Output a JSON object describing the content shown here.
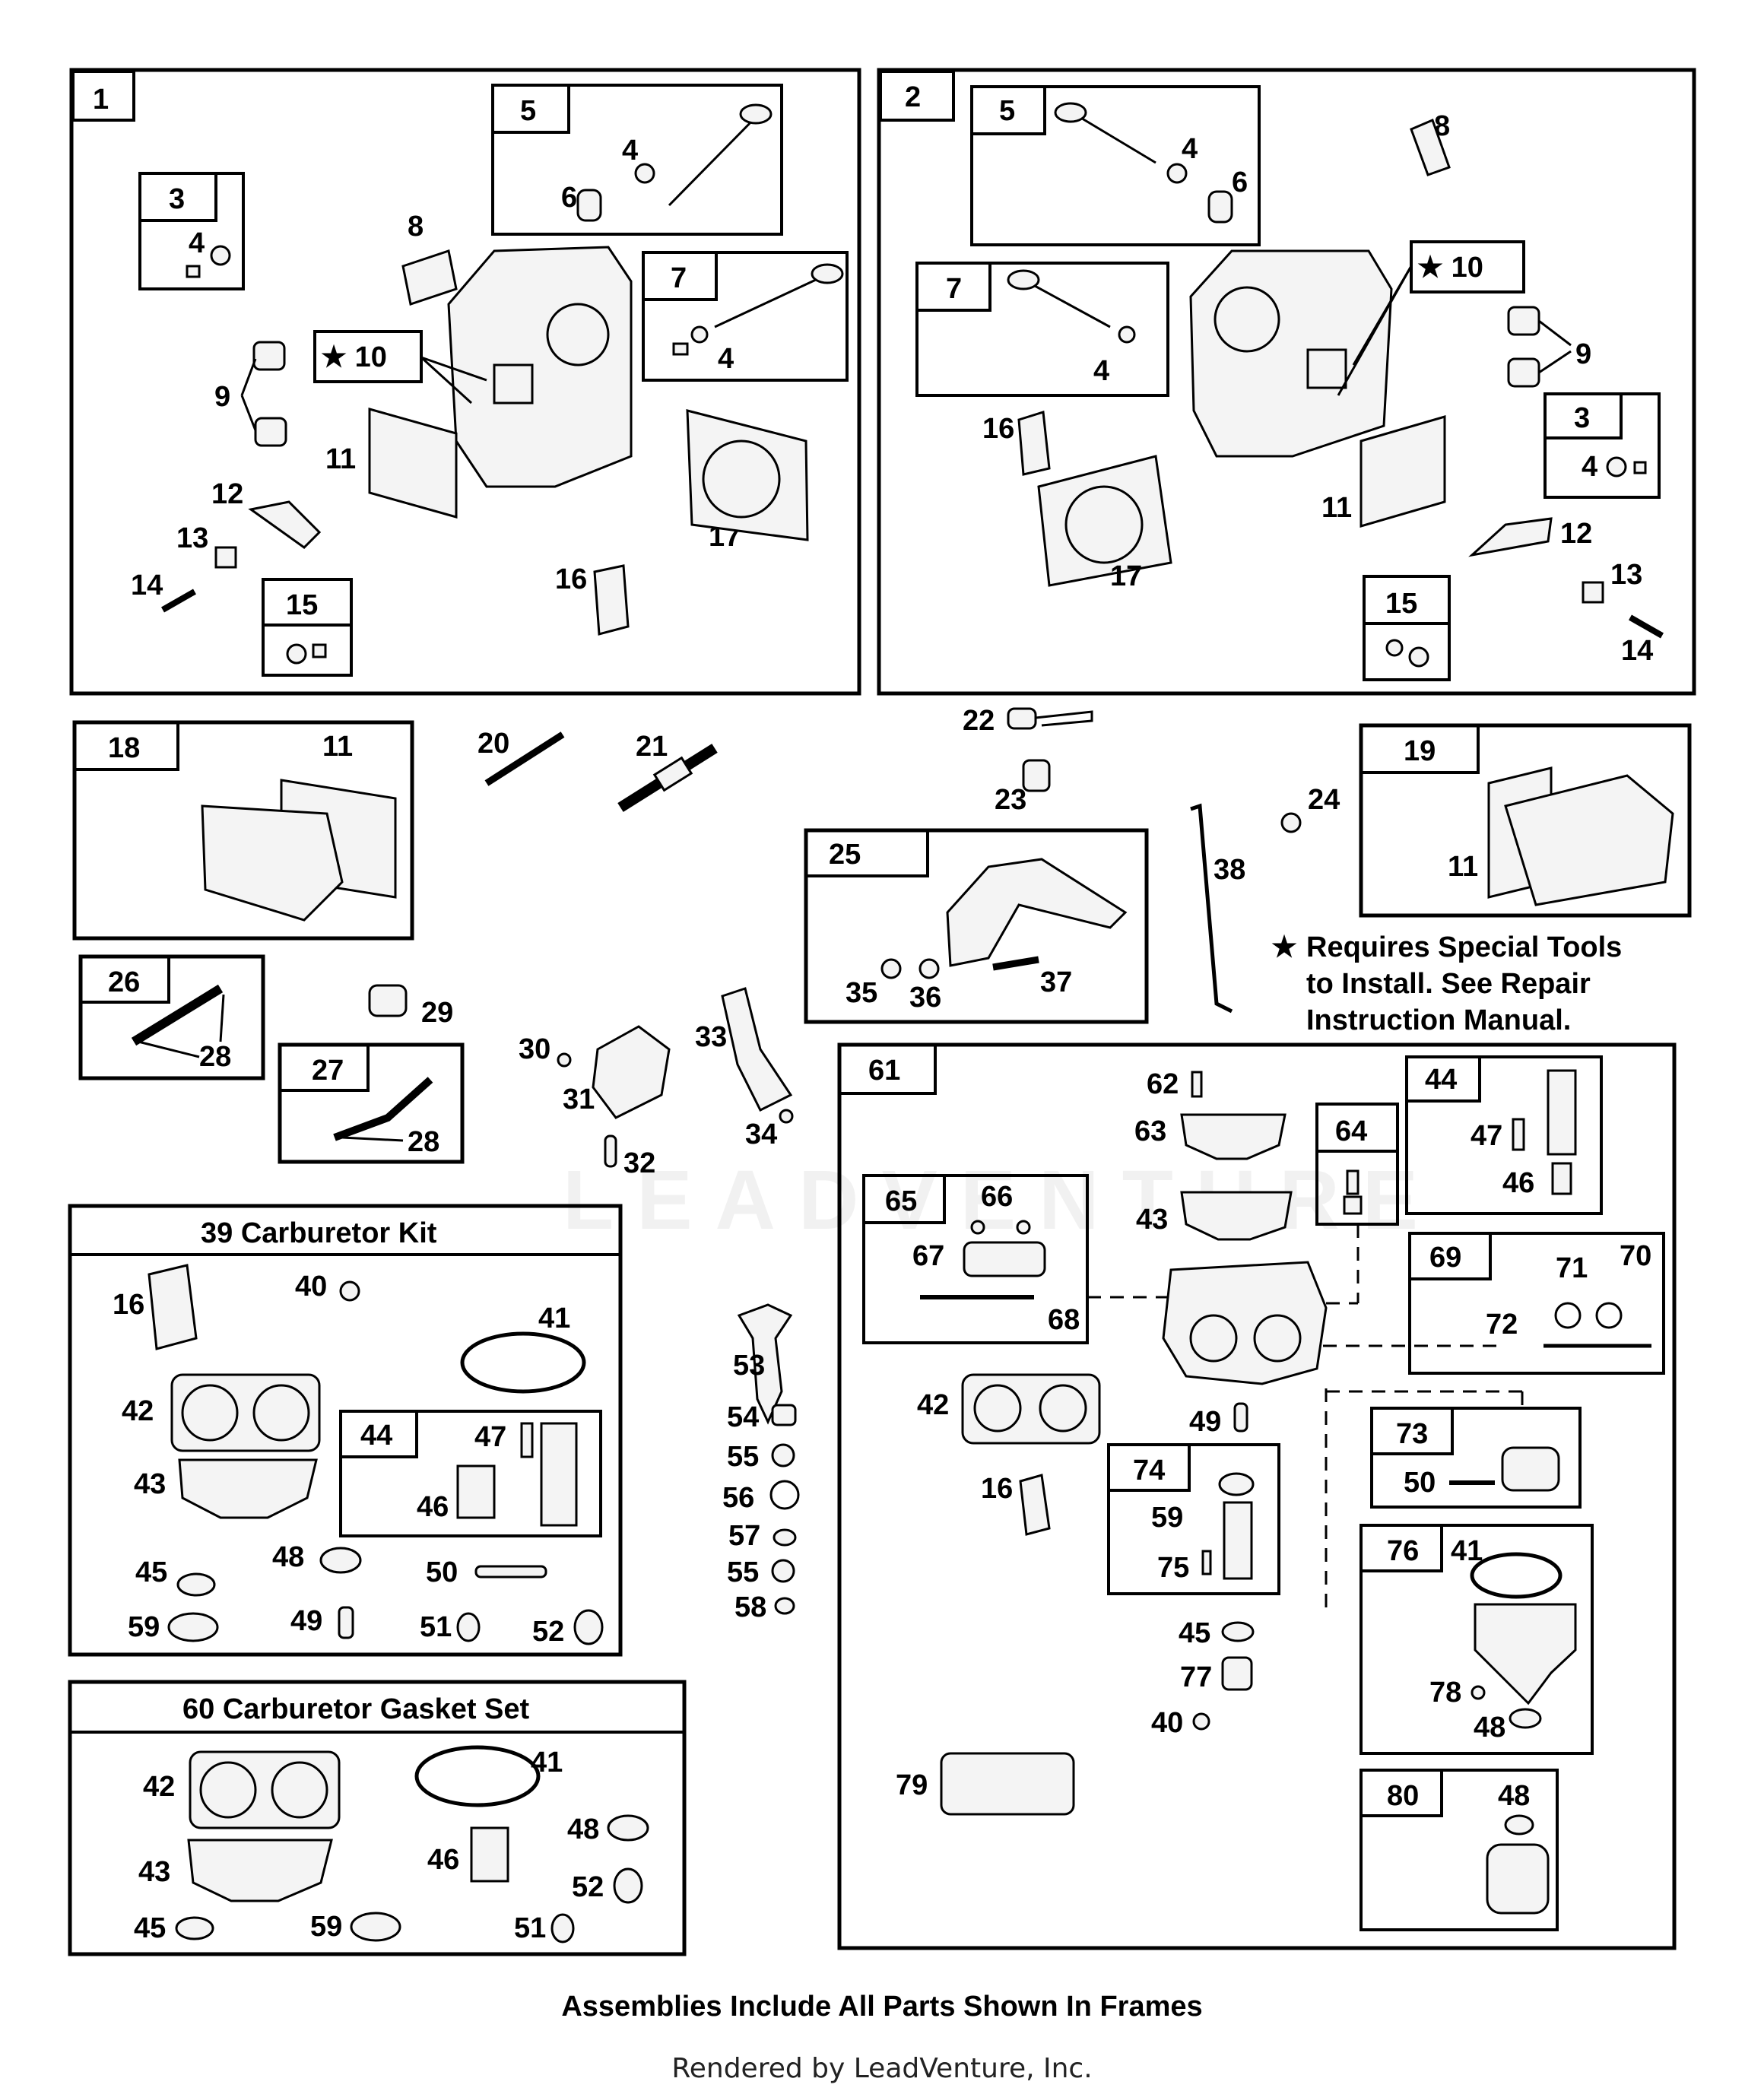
{
  "frames": {
    "f1": {
      "label": "1",
      "sub5": "5",
      "sub3": "3",
      "sub7": "7",
      "sub15": "15",
      "star10": "★ 10"
    },
    "f2": {
      "label": "2",
      "sub5": "5",
      "sub7": "7",
      "sub3": "3",
      "sub15": "15",
      "star10": "★ 10"
    },
    "f18": {
      "label": "18"
    },
    "f19": {
      "label": "19"
    },
    "f25": {
      "label": "25"
    },
    "f26": {
      "label": "26"
    },
    "f27": {
      "label": "27"
    },
    "f61": {
      "label": "61",
      "sub44": "44",
      "sub64": "64",
      "sub65": "65",
      "sub69": "69",
      "sub73": "73",
      "sub74": "74",
      "sub76": "76",
      "sub80": "80"
    },
    "kit39": {
      "title": "39  Carburetor Kit",
      "sub44": "44"
    },
    "set60": {
      "title": "60  Carburetor Gasket Set"
    }
  },
  "callouts": {
    "f1": [
      "4",
      "6",
      "4",
      "8",
      "9",
      "11",
      "12",
      "13",
      "14",
      "4",
      "17",
      "16"
    ],
    "f2": [
      "4",
      "6",
      "8",
      "4",
      "9",
      "16",
      "4",
      "11",
      "12",
      "17",
      "13",
      "14"
    ],
    "misc": [
      "11",
      "20",
      "21",
      "22",
      "23",
      "24",
      "11",
      "38",
      "35",
      "36",
      "37",
      "28",
      "29",
      "28",
      "30",
      "31",
      "32",
      "33",
      "34"
    ],
    "kit39": [
      "16",
      "40",
      "41",
      "42",
      "47",
      "43",
      "46",
      "45",
      "48",
      "50",
      "59",
      "49",
      "51",
      "52"
    ],
    "set60": [
      "42",
      "41",
      "43",
      "46",
      "48",
      "52",
      "45",
      "59",
      "51"
    ],
    "middle": [
      "53",
      "54",
      "55",
      "56",
      "57",
      "55",
      "58"
    ],
    "f61": [
      "62",
      "63",
      "47",
      "46",
      "43",
      "66",
      "67",
      "68",
      "71",
      "70",
      "72",
      "42",
      "49",
      "50",
      "16",
      "59",
      "75",
      "41",
      "45",
      "77",
      "78",
      "48",
      "40",
      "79",
      "48"
    ]
  },
  "special_note": {
    "star": "★",
    "text": "Requires Special Tools\nto Install. See Repair\nInstruction Manual."
  },
  "footer": {
    "note": "Assemblies Include All Parts Shown In Frames",
    "rendered_by": "Rendered by LeadVenture, Inc."
  },
  "watermark": "LEADVENTURE"
}
